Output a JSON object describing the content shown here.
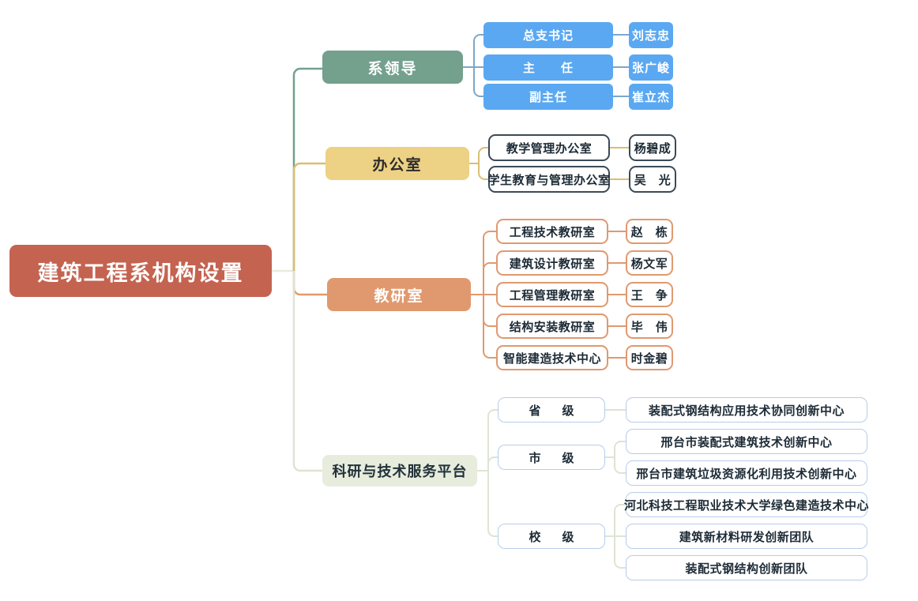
{
  "diagram": {
    "type": "organization-mindmap",
    "root": {
      "label": "建筑工程系机构设置",
      "color": "#c46350"
    },
    "branches": [
      {
        "id": "leadership",
        "label": "系领导",
        "color": "#74a08e",
        "children": [
          {
            "label": "总支书记",
            "person": "刘志忠"
          },
          {
            "label": "主　　任",
            "person": "张广峻"
          },
          {
            "label": "副主任",
            "person": "崔立杰"
          }
        ]
      },
      {
        "id": "office",
        "label": "办公室",
        "color": "#edd184",
        "children": [
          {
            "label": "教学管理办公室",
            "person": "杨碧成"
          },
          {
            "label": "学生教育与管理办公室",
            "person": "吴　光"
          }
        ]
      },
      {
        "id": "teaching",
        "label": "教研室",
        "color": "#e0996f",
        "children": [
          {
            "label": "工程技术教研室",
            "person": "赵　栋"
          },
          {
            "label": "建筑设计教研室",
            "person": "杨文军"
          },
          {
            "label": "工程管理教研室",
            "person": "王　争"
          },
          {
            "label": "结构安装教研室",
            "person": "毕　伟"
          },
          {
            "label": "智能建造技术中心",
            "person": "时金碧"
          }
        ]
      },
      {
        "id": "platform",
        "label": "科研与技术服务平台",
        "color": "#e7ecdd",
        "levels": [
          {
            "label": "省　级",
            "items": [
              "装配式钢结构应用技术协同创新中心"
            ]
          },
          {
            "label": "市　级",
            "items": [
              "邢台市装配式建筑技术创新中心",
              "邢台市建筑垃圾资源化利用技术创新中心"
            ]
          },
          {
            "label": "校　级",
            "items": [
              "河北科技工程职业技术大学绿色建造技术中心",
              "建筑新材料研发创新团队",
              "装配式钢结构创新团队"
            ]
          }
        ]
      }
    ]
  }
}
